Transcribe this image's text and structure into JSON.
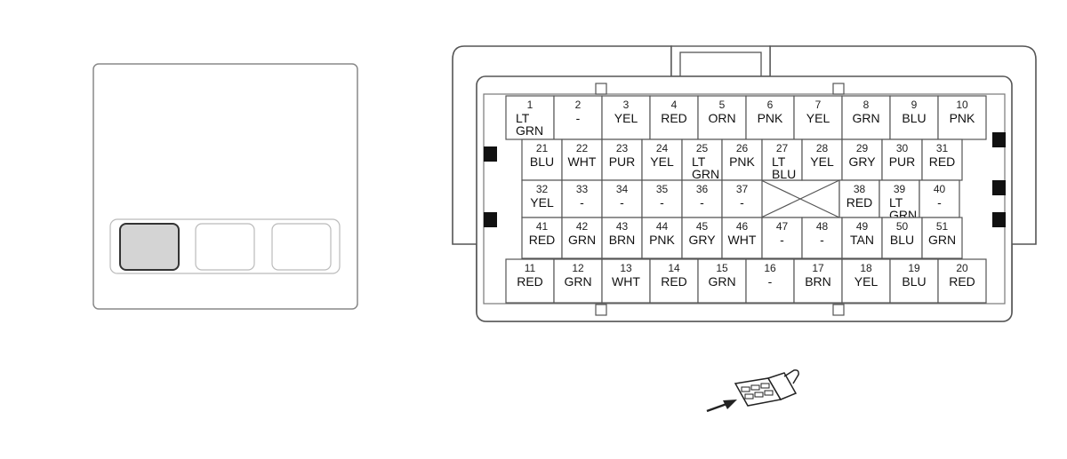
{
  "connector": {
    "pins": [
      {
        "num": "1",
        "color": [
          "LT",
          "GRN"
        ]
      },
      {
        "num": "2",
        "color": [
          "-"
        ]
      },
      {
        "num": "3",
        "color": [
          "YEL"
        ]
      },
      {
        "num": "4",
        "color": [
          "RED"
        ]
      },
      {
        "num": "5",
        "color": [
          "ORN"
        ]
      },
      {
        "num": "6",
        "color": [
          "PNK"
        ]
      },
      {
        "num": "7",
        "color": [
          "YEL"
        ]
      },
      {
        "num": "8",
        "color": [
          "GRN"
        ]
      },
      {
        "num": "9",
        "color": [
          "BLU"
        ]
      },
      {
        "num": "10",
        "color": [
          "PNK"
        ]
      },
      {
        "num": "21",
        "color": [
          "BLU"
        ]
      },
      {
        "num": "22",
        "color": [
          "WHT"
        ]
      },
      {
        "num": "23",
        "color": [
          "PUR"
        ]
      },
      {
        "num": "24",
        "color": [
          "YEL"
        ]
      },
      {
        "num": "25",
        "color": [
          "LT",
          "GRN"
        ]
      },
      {
        "num": "26",
        "color": [
          "PNK"
        ]
      },
      {
        "num": "27",
        "color": [
          "LT",
          "BLU"
        ]
      },
      {
        "num": "28",
        "color": [
          "YEL"
        ]
      },
      {
        "num": "29",
        "color": [
          "GRY"
        ]
      },
      {
        "num": "30",
        "color": [
          "PUR"
        ]
      },
      {
        "num": "31",
        "color": [
          "RED"
        ]
      },
      {
        "num": "32",
        "color": [
          "YEL"
        ]
      },
      {
        "num": "33",
        "color": [
          "-"
        ]
      },
      {
        "num": "34",
        "color": [
          "-"
        ]
      },
      {
        "num": "35",
        "color": [
          "-"
        ]
      },
      {
        "num": "36",
        "color": [
          "-"
        ]
      },
      {
        "num": "37",
        "color": [
          "-"
        ]
      },
      {
        "num": "38",
        "color": [
          "RED"
        ]
      },
      {
        "num": "39",
        "color": [
          "LT",
          "GRN"
        ]
      },
      {
        "num": "40",
        "color": [
          "-"
        ]
      },
      {
        "num": "41",
        "color": [
          "RED"
        ]
      },
      {
        "num": "42",
        "color": [
          "GRN"
        ]
      },
      {
        "num": "43",
        "color": [
          "BRN"
        ]
      },
      {
        "num": "44",
        "color": [
          "PNK"
        ]
      },
      {
        "num": "45",
        "color": [
          "GRY"
        ]
      },
      {
        "num": "46",
        "color": [
          "WHT"
        ]
      },
      {
        "num": "47",
        "color": [
          "-"
        ]
      },
      {
        "num": "48",
        "color": [
          "-"
        ]
      },
      {
        "num": "49",
        "color": [
          "TAN"
        ]
      },
      {
        "num": "50",
        "color": [
          "BLU"
        ]
      },
      {
        "num": "51",
        "color": [
          "GRN"
        ]
      },
      {
        "num": "11",
        "color": [
          "RED"
        ]
      },
      {
        "num": "12",
        "color": [
          "GRN"
        ]
      },
      {
        "num": "13",
        "color": [
          "WHT"
        ]
      },
      {
        "num": "14",
        "color": [
          "RED"
        ]
      },
      {
        "num": "15",
        "color": [
          "GRN"
        ]
      },
      {
        "num": "16",
        "color": [
          "-"
        ]
      },
      {
        "num": "17",
        "color": [
          "BRN"
        ]
      },
      {
        "num": "18",
        "color": [
          "YEL"
        ]
      },
      {
        "num": "19",
        "color": [
          "BLU"
        ]
      },
      {
        "num": "20",
        "color": [
          "RED"
        ]
      }
    ]
  },
  "locator": {
    "highlighted_index": 0,
    "highlight_color": "#d4d4d4"
  }
}
